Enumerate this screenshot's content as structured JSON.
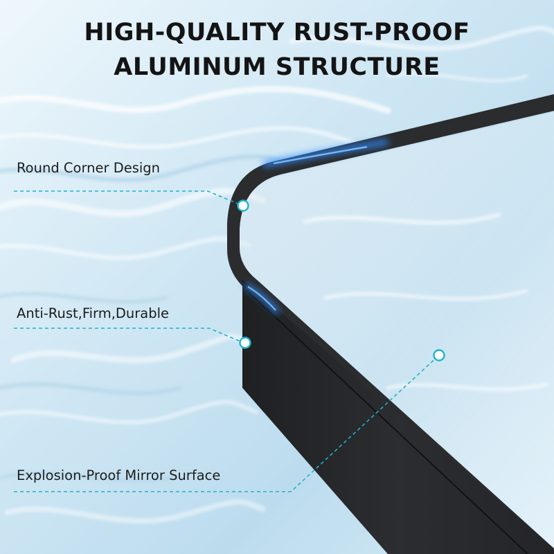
{
  "headline": {
    "line1": "HIGH-QUALITY RUST-PROOF",
    "line2": "ALUMINUM STRUCTURE"
  },
  "callouts": [
    {
      "label": "Round Corner Design"
    },
    {
      "label": "Anti-Rust,Firm,Durable"
    },
    {
      "label": "Explosion-Proof Mirror Surface"
    }
  ],
  "colors": {
    "water_light": "#e9f4fb",
    "water_mid": "#bcdcee",
    "frame": "#2b2c2e",
    "accent_glow": "#2f8dff",
    "callout_line": "#1fb3c9",
    "text": "#141414"
  }
}
